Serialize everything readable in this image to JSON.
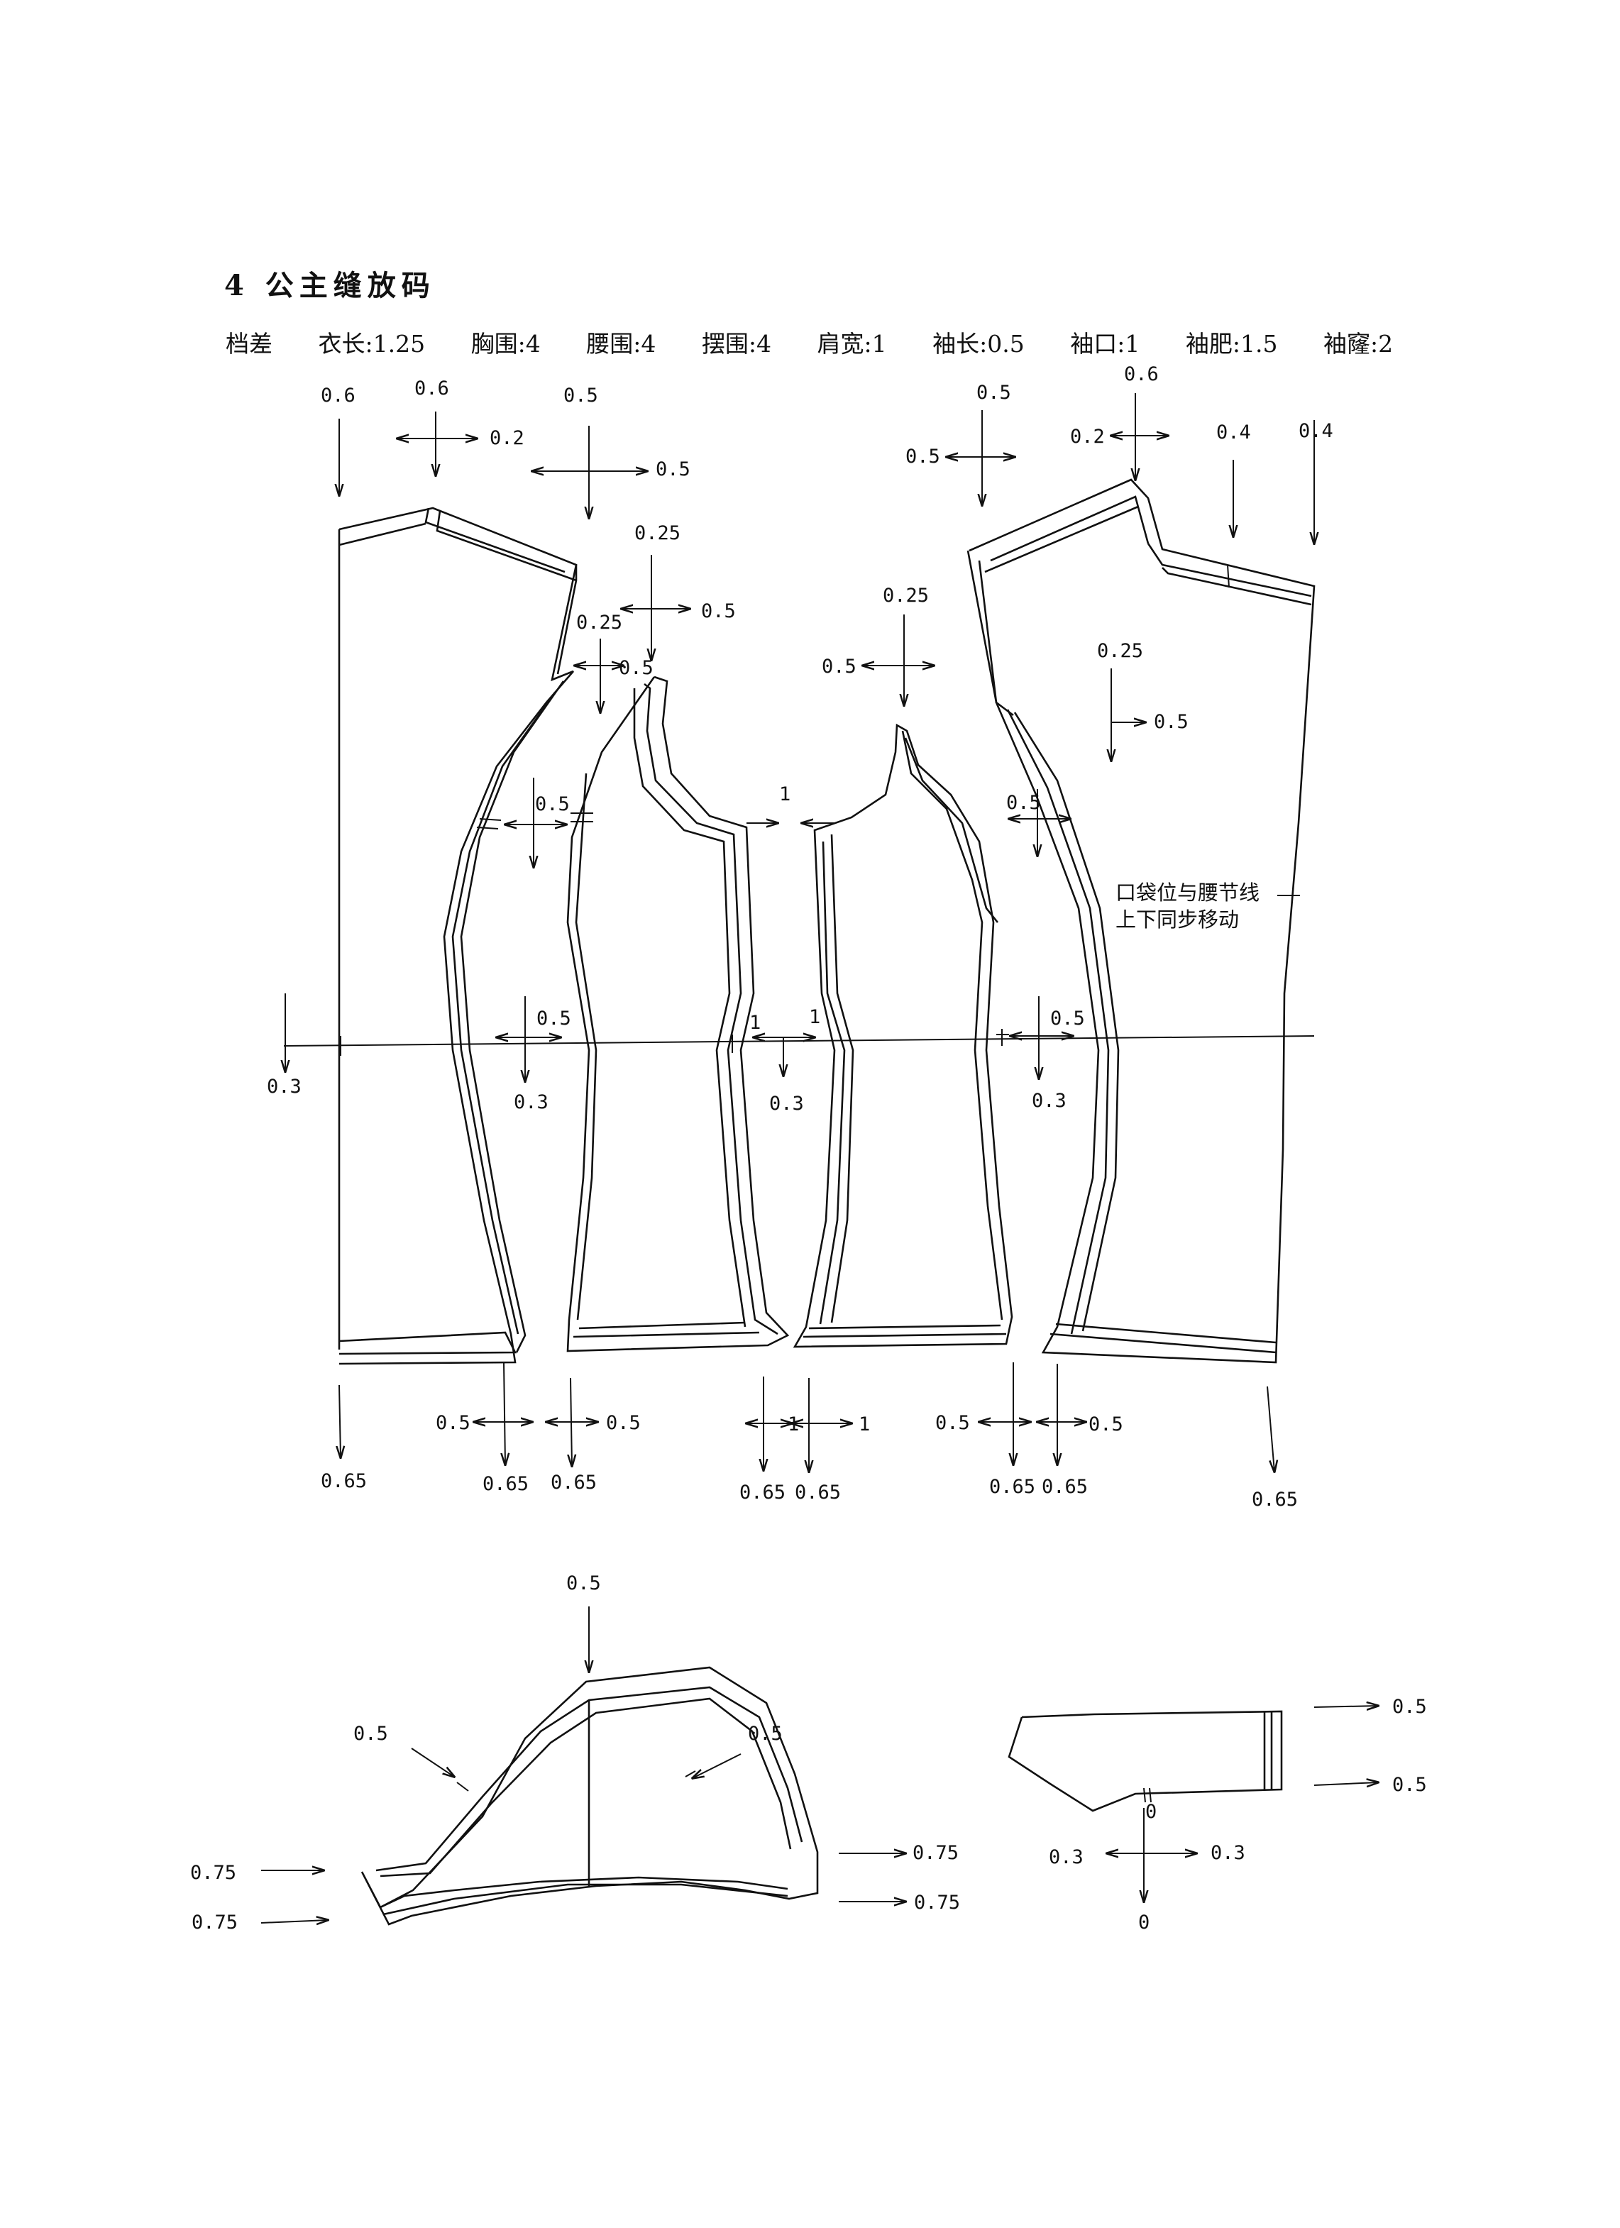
{
  "title": "4 公主缝放码",
  "grade_diff": {
    "label": "档差",
    "items": [
      "衣长:1.25",
      "胸围:4",
      "腰围:4",
      "摆围:4",
      "肩宽:1",
      "袖长:0.5",
      "袖口:1",
      "袖肥:1.5",
      "袖窿:2"
    ]
  },
  "note": [
    "口袋位与腰节线",
    "上下同步移动"
  ],
  "values": {
    "v0_6": "0.6",
    "v0_5": "0.5",
    "v0_4": "0.4",
    "v0_3": "0.3",
    "v0_2": "0.2",
    "v0_25": "0.25",
    "v0_65": "0.65",
    "v0_75": "0.75",
    "v1": "1",
    "v0": "0"
  }
}
